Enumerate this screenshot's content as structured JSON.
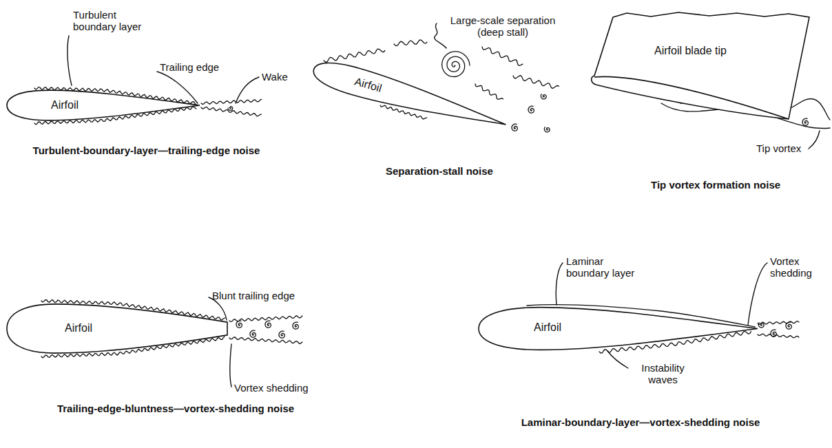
{
  "diagram": {
    "nodes": [
      {
        "text": [
          "Airfoil"
        ]
      },
      {
        "text": [
          "Airfoil"
        ]
      },
      {
        "text": [
          "Airfoil blade tip"
        ]
      },
      {
        "text": [
          "Airfoil"
        ]
      },
      {
        "text": [
          "Airfoil"
        ]
      }
    ],
    "labels": [
      "Turbulent boundary layer",
      "Trailing edge",
      "Wake",
      "Turbulent-boundary-layer—trailing-edge noise",
      "Large-scale separation (deep stall)",
      "Separation-stall noise",
      "Tip vortex",
      "Tip vortex formation noise",
      "Blunt trailing edge",
      "Vortex shedding",
      "Trailing-edge-bluntness—vortex-shedding noise",
      "Laminar boundary layer",
      "Vortex shedding",
      "Instability waves",
      "Laminar-boundary-layer—vortex-shedding noise"
    ]
  }
}
